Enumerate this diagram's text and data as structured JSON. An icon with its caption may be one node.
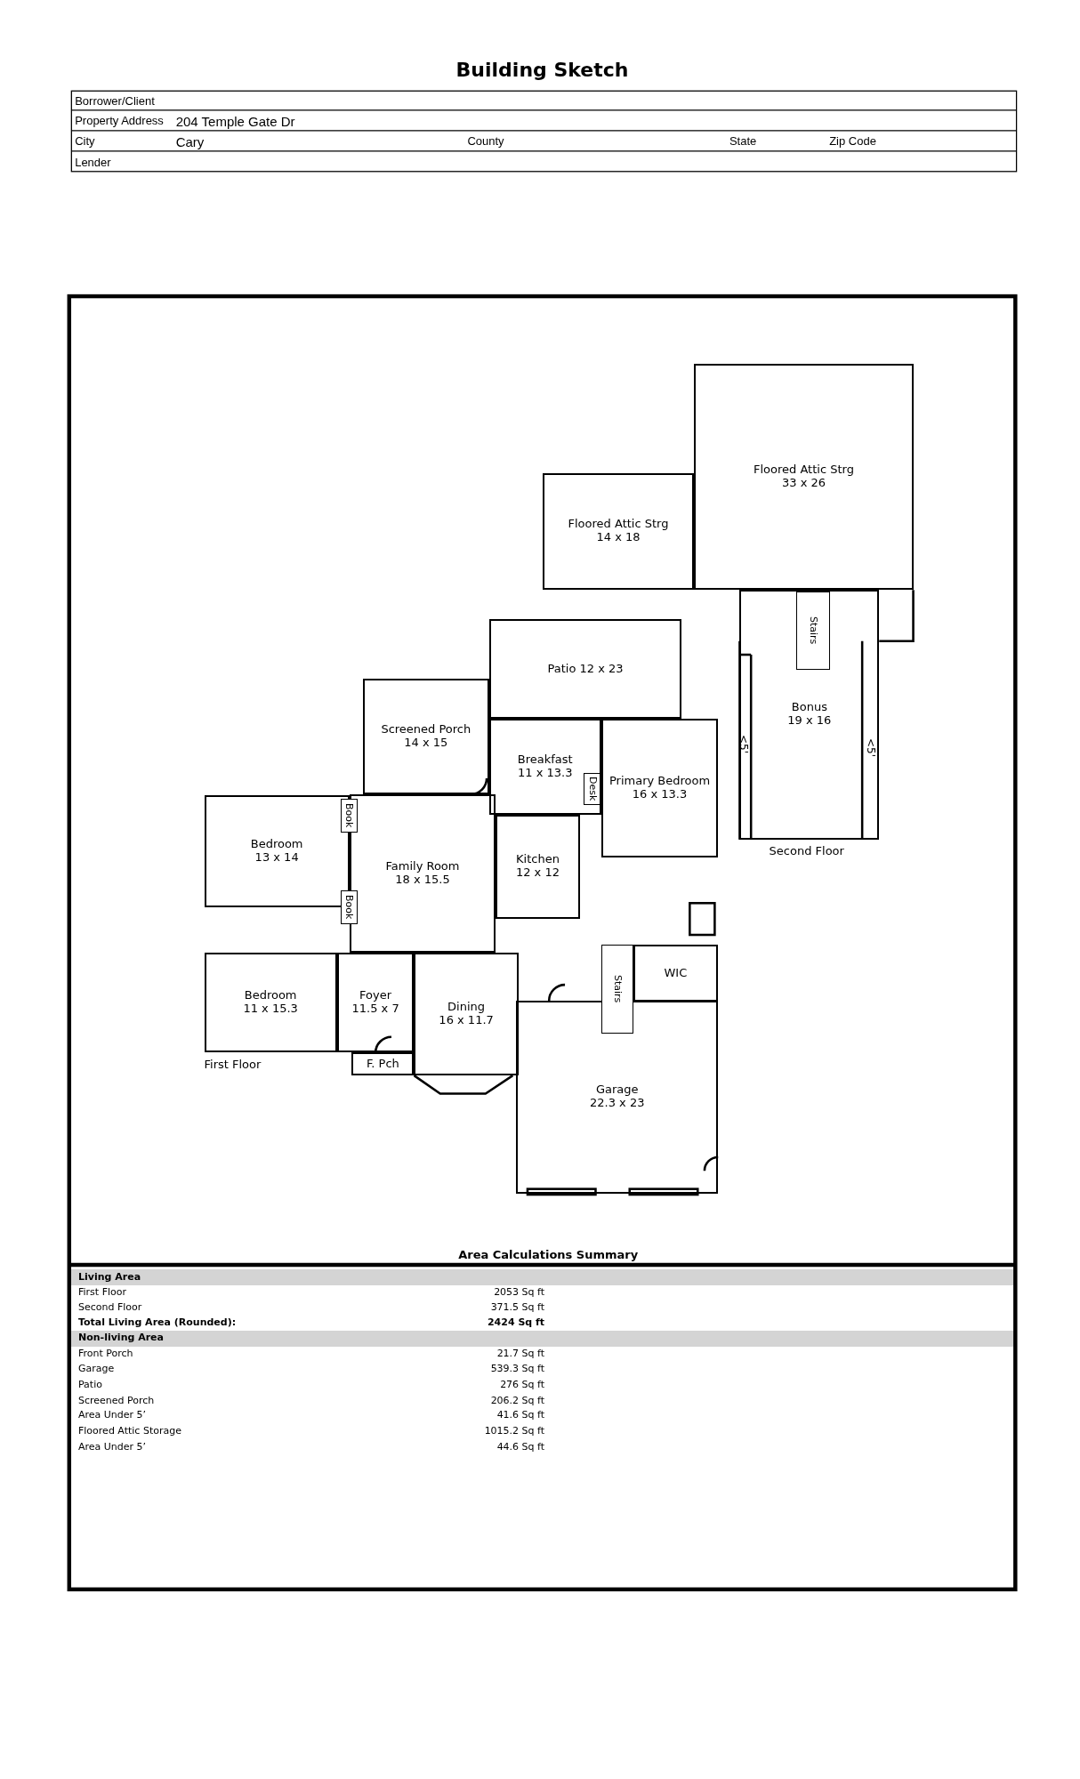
{
  "diagram": {
    "title": "Building Sketch",
    "nodes": [
      {
        "text": [
          "Floored Attic Strg",
          "33 x 26"
        ]
      },
      {
        "text": [
          "Floored Attic Strg",
          "14 x 18"
        ]
      },
      {
        "text": [
          "Bonus",
          "19 x 16"
        ]
      },
      {
        "text": [
          "Stairs"
        ],
        "in": 2
      },
      {
        "text": [
          "Patio 12 x 23"
        ]
      },
      {
        "text": [
          "Screened Porch",
          "14 x 15"
        ]
      },
      {
        "text": [
          "Breakfast",
          "11 x 13.3"
        ]
      },
      {
        "text": [
          "Primary Bedroom",
          "16 x 13.3"
        ]
      },
      {
        "text": [
          "Desk"
        ],
        "in": 6
      },
      {
        "text": [
          "Bedroom",
          "13 x 14"
        ]
      },
      {
        "text": [
          "Book"
        ]
      },
      {
        "text": [
          "Family Room",
          "18 x 15.5"
        ]
      },
      {
        "text": [
          "Kitchen",
          "12 x 12"
        ]
      },
      {
        "text": [
          "Book"
        ]
      },
      {
        "text": [
          "Stairs"
        ]
      },
      {
        "text": [
          "WIC"
        ]
      },
      {
        "text": [
          "Bedroom",
          "11 x 15.3"
        ]
      },
      {
        "text": [
          "Foyer",
          "11.5 x 7"
        ]
      },
      {
        "text": [
          "Dining",
          "16 x 11.7"
        ]
      },
      {
        "text": [
          "F. Pch"
        ]
      },
      {
        "text": [
          "Garage",
          "22.3 x 23"
        ]
      }
    ],
    "labels": [
      "Borrower/Client",
      "Property Address",
      "204 Temple Gate Dr",
      "City",
      "Cary",
      "County",
      "State",
      "Zip Code",
      "Lender",
      "<5'",
      "<5'",
      "Second Floor",
      "First Floor",
      "Area Calculations Summary",
      "Living Area",
      "First Floor",
      "2053 Sq ft",
      "Second Floor",
      "371.5 Sq ft",
      "Total Living Area (Rounded):",
      "2424 Sq ft",
      "Non-living Area",
      "Front Porch",
      "21.7 Sq ft",
      "Garage",
      "539.3 Sq ft",
      "Patio",
      "276 Sq ft",
      "Screened Porch",
      "206.2 Sq ft",
      "Area Under 5’",
      "41.6 Sq ft",
      "Floored Attic Storage",
      "1015.2 Sq ft",
      "Area Under 5’",
      "44.6 Sq ft"
    ]
  }
}
